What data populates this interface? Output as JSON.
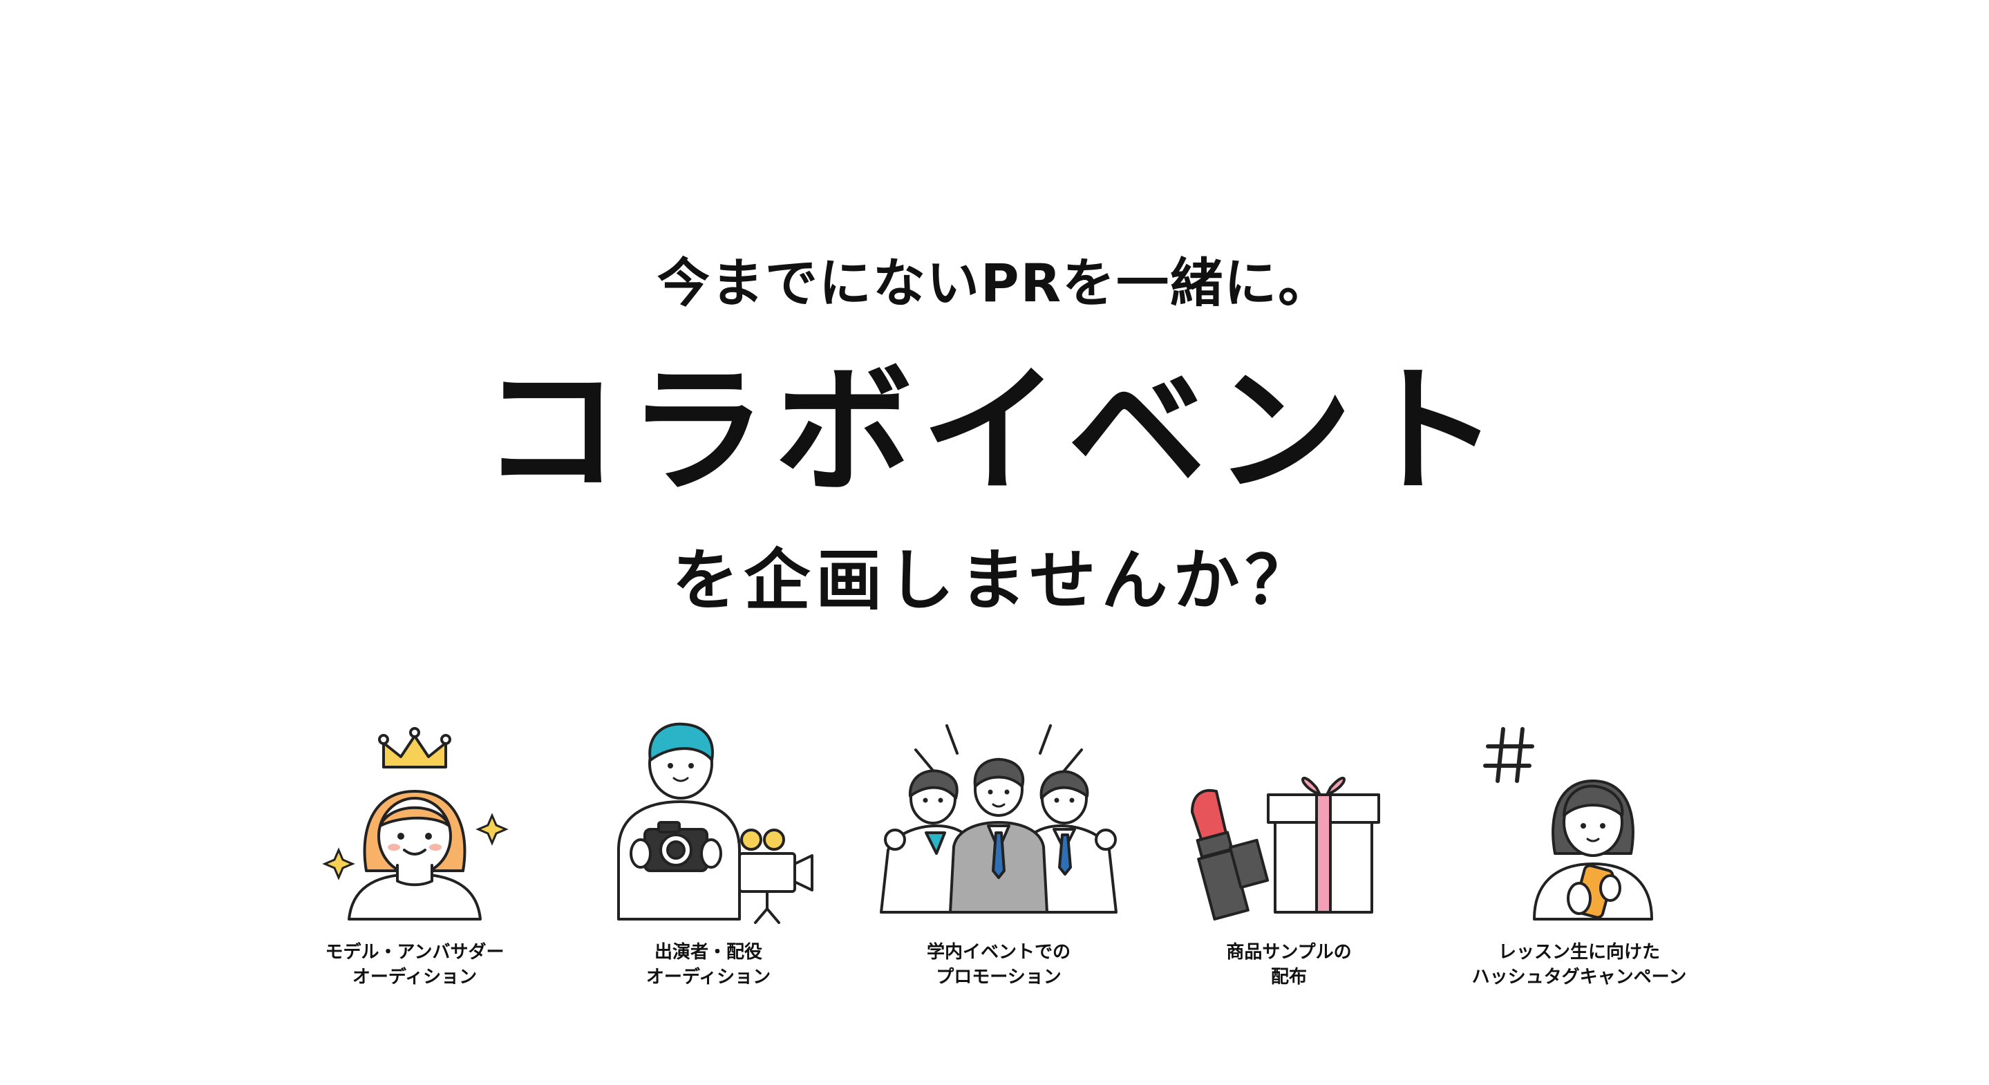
{
  "hero": {
    "subtitle": "今までにないPRを一緒に。",
    "title": "コラボイベント",
    "tagline": "を企画しませんか？"
  },
  "items": [
    {
      "label": "モデル・アンバサダー\nオーディション",
      "icon": "model-with-crown-icon"
    },
    {
      "label": "出演者・配役\nオーディション",
      "icon": "photographer-with-camera-icon"
    },
    {
      "label": "学内イベントでの\nプロモーション",
      "icon": "students-group-icon"
    },
    {
      "label": "商品サンプルの\n配布",
      "icon": "gift-and-lipstick-icon"
    },
    {
      "label": "レッスン生に向けた\nハッシュタグキャンペーン",
      "icon": "hashtag-smartphone-icon"
    }
  ],
  "colors": {
    "text": "#111111",
    "accent_orange": "#f7b267",
    "accent_yellow": "#f6d155",
    "accent_teal": "#2bb3c8",
    "accent_pink": "#f2a0b5",
    "accent_blue": "#2f6fb5"
  }
}
